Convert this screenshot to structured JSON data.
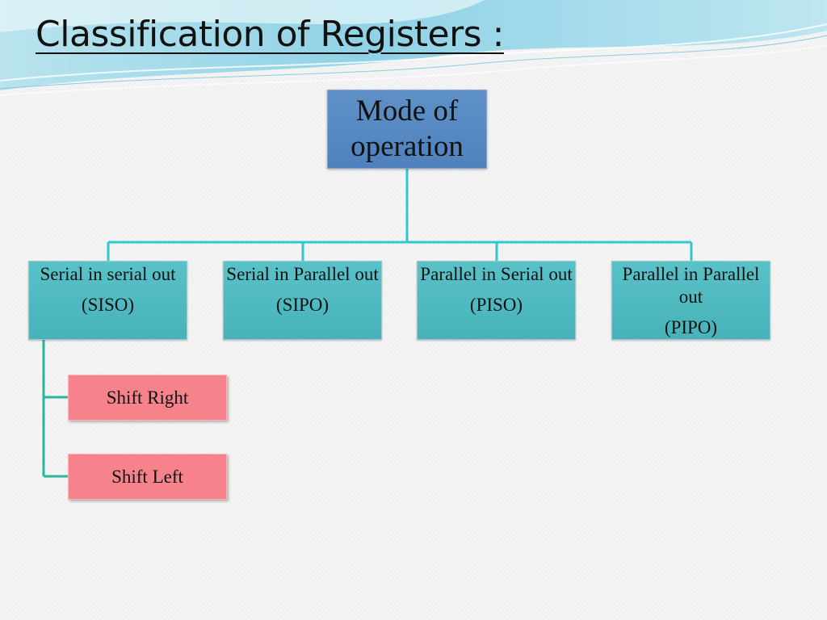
{
  "title": "Classification of Registers :",
  "diagram": {
    "root": {
      "label": "Mode of operation"
    },
    "children": [
      {
        "label": "Serial in serial out",
        "abbr": "(SISO)"
      },
      {
        "label": "Serial in Parallel out",
        "abbr": "(SIPO)"
      },
      {
        "label": "Parallel in Serial out",
        "abbr": "(PISO)"
      },
      {
        "label": "Parallel in Parallel out",
        "abbr": "(PIPO)"
      }
    ],
    "siso_subtypes": [
      {
        "label": "Shift Right"
      },
      {
        "label": "Shift Left"
      }
    ]
  },
  "colors": {
    "root_fill": "#4f82bd",
    "child_fill": "#4bbac0",
    "subtype_fill": "#f6838b",
    "connector": "#2ec9cf",
    "subtype_connector": "#2bb59c"
  }
}
